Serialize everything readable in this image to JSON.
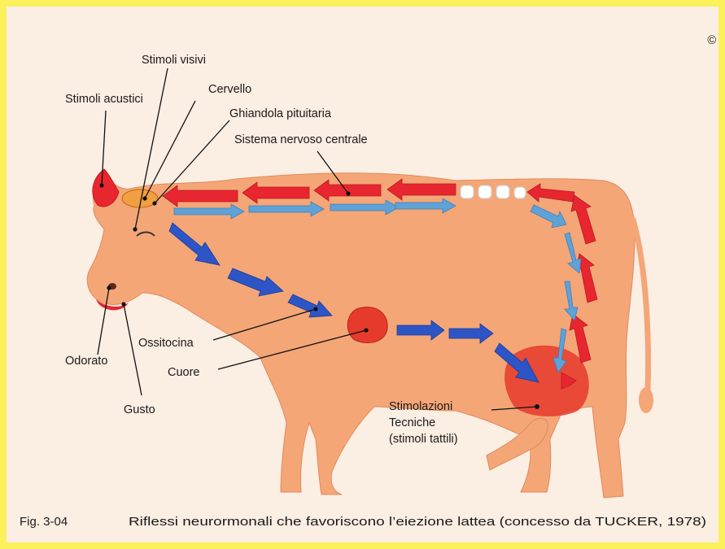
{
  "copyright_mark": "©",
  "labels": {
    "stimoli_visivi": "Stimoli visivi",
    "stimoli_acustici": "Stimoli acustici",
    "cervello": "Cervello",
    "ghiandola": "Ghiandola pituitaria",
    "sistema_nervoso": "Sistema nervoso centrale",
    "ossitocina": "Ossitocina",
    "cuore": "Cuore",
    "odorato": "Odorato",
    "gusto": "Gusto",
    "stimolazioni_1": "Stimolazioni",
    "stimolazioni_2": "Tecniche",
    "stimolazioni_3": "(stimoli tattili)"
  },
  "caption": {
    "number": "Fig. 3-04",
    "text": "Riflessi neurormonali che favoriscono l’eiezione lattea (concesso da TUCKER, 1978)"
  },
  "colors": {
    "frame": "#fbf15a",
    "paper": "#fbeee2",
    "cow_body": "#f4a677",
    "nerve_signal_red": "#e8262f",
    "hormone_blue": "#2d55c6",
    "nerve_light_blue": "#5fa2d8",
    "organ_red": "#e53a2c"
  }
}
